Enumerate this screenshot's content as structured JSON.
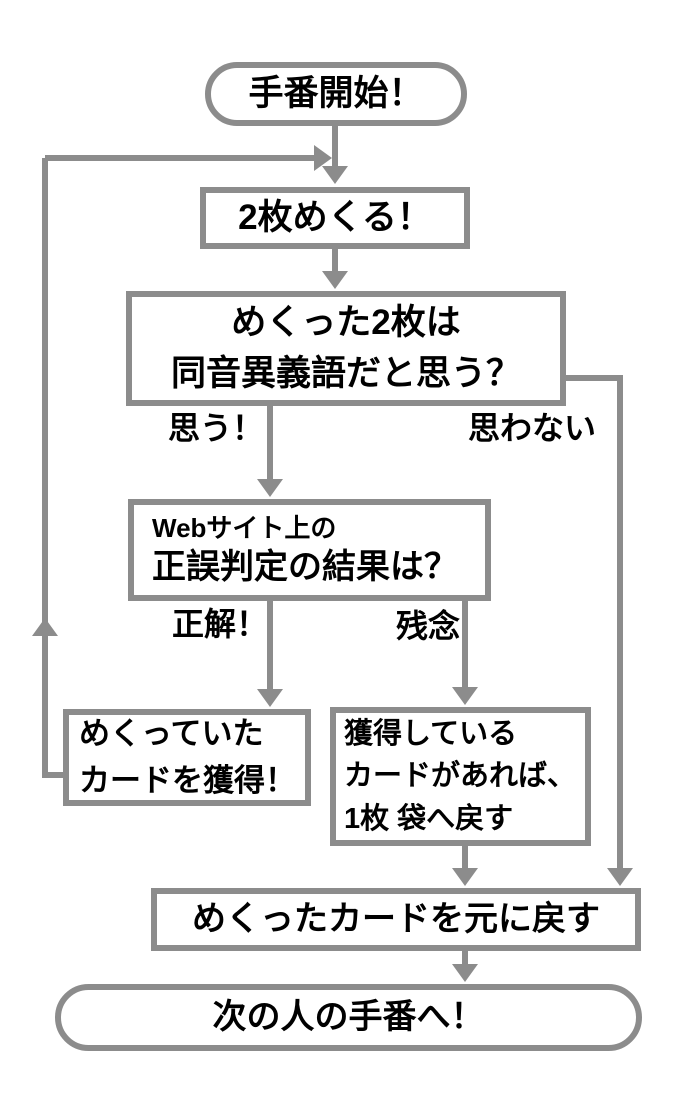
{
  "flowchart": {
    "nodes": {
      "start": {
        "label": "手番開始！"
      },
      "flip_two": {
        "label": "2枚めくる！"
      },
      "homophone_question": {
        "line1": "めくった2枚は",
        "line2": "同音異義語だと思う？"
      },
      "website_judgement": {
        "line1": "Webサイト上の",
        "line2": "正誤判定の結果は？"
      },
      "gain_cards": {
        "line1": "めくっていた",
        "line2": "カードを獲得！"
      },
      "return_to_bag": {
        "line1": "獲得している",
        "line2": "カードがあれば、",
        "line3": "1枚 袋へ戻す"
      },
      "put_cards_back": {
        "label": "めくったカードを元に戻す"
      },
      "next_turn": {
        "label": "次の人の手番へ！"
      }
    },
    "edge_labels": {
      "think_yes": "思う！",
      "think_no": "思わない",
      "correct": "正解！",
      "incorrect": "残念"
    },
    "colors": {
      "line": "#8c8c8c",
      "text": "#000000",
      "background": "#ffffff"
    }
  }
}
